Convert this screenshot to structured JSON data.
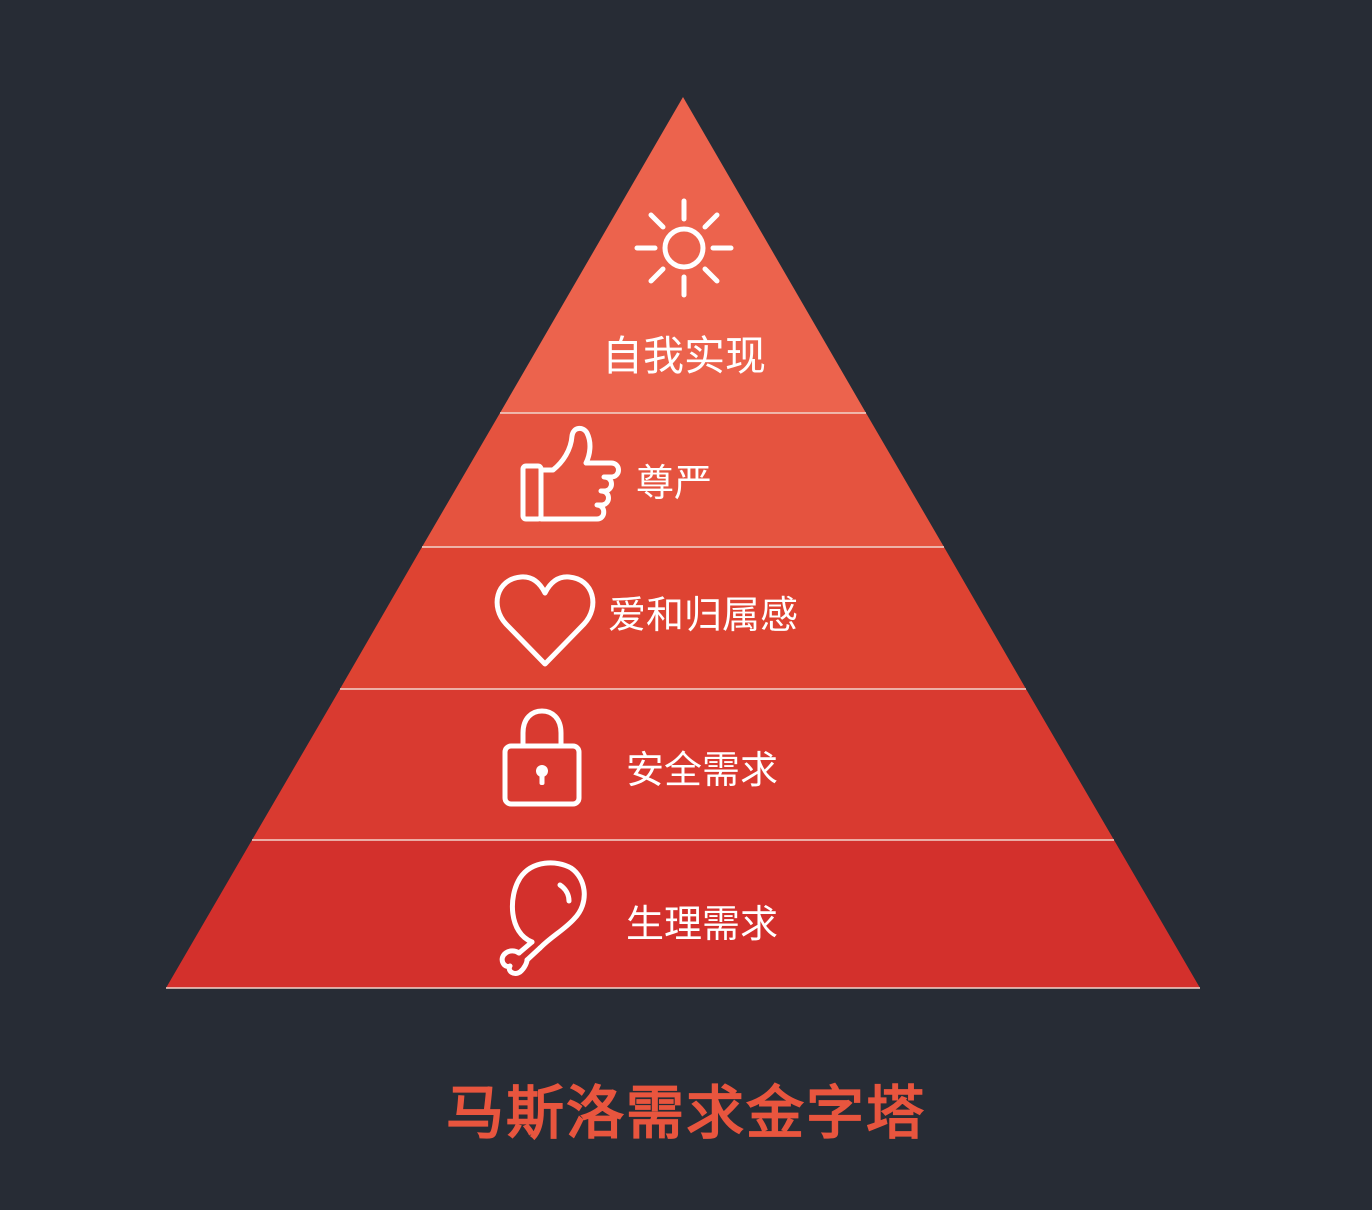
{
  "title": "马斯洛需求金字塔",
  "colors": {
    "background": "#272c35",
    "title": "#e8553e",
    "divider": "#f2d4cc",
    "tier_self_actualization": "#ec634d",
    "tier_esteem": "#e5533f",
    "tier_love_belonging": "#de4332",
    "tier_safety": "#d93a30",
    "tier_physiological": "#d3302c"
  },
  "tiers": [
    {
      "label": "自我实现",
      "icon": "sun-icon"
    },
    {
      "label": "尊严",
      "icon": "thumbs-up-icon"
    },
    {
      "label": "爱和归属感",
      "icon": "heart-icon"
    },
    {
      "label": "安全需求",
      "icon": "padlock-icon"
    },
    {
      "label": "生理需求",
      "icon": "chicken-leg-icon"
    }
  ]
}
